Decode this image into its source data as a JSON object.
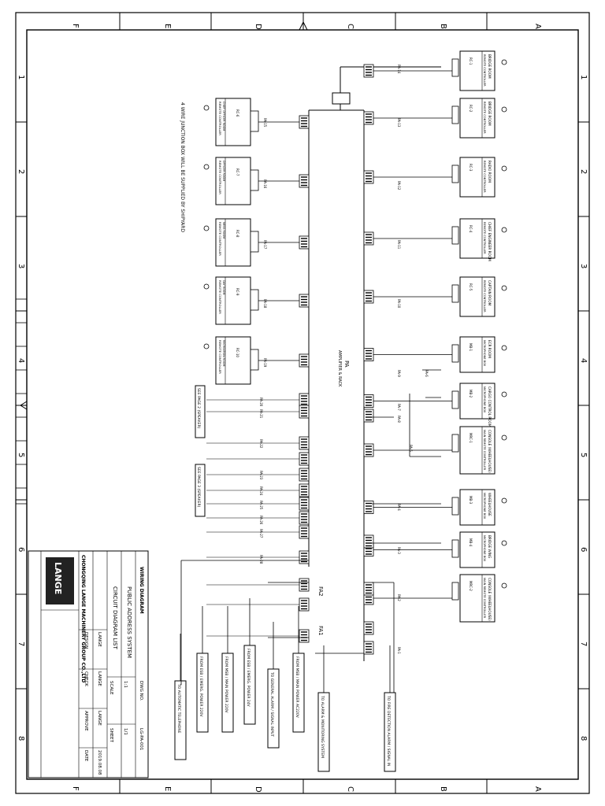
{
  "border": {
    "row_letters": [
      "A",
      "B",
      "C",
      "D",
      "E",
      "F"
    ],
    "col_numbers": [
      "1",
      "2",
      "3",
      "4",
      "5",
      "6",
      "7",
      "8"
    ]
  },
  "title_block": {
    "company": "CHONGQING LANGE MACHINERY GROUP CO.,LTD",
    "logo": "LANGE",
    "drawing_title": "WIRING DIAGRAM",
    "system_name": "PUBLIC ADDRESS SYSTEM",
    "system_name2": "CIRCUIT DIAGRAM LIST",
    "fields": [
      "DESIGN",
      "CHECK",
      "APPROVE",
      "DATE",
      "SCALE",
      "SHEET",
      "DWG NO."
    ],
    "values": [
      "LANGE",
      "LANGE",
      "LANGE",
      "2019.08.08",
      "1:1",
      "1/1",
      "LG-PA-001"
    ]
  },
  "note": "4 WIRE JUNCTION BOX WILL BE SUPPLIED BY SHIPYARD",
  "right_boxes": [
    {
      "title": "BRIDGE ROOM",
      "sub": "REMOTE CONTROLLER",
      "id": "RC-1"
    },
    {
      "title": "BRIDGE ROOM",
      "sub": "REMOTE CONTROLLER",
      "id": "RC-2"
    },
    {
      "title": "RADIO ROOM",
      "sub": "REMOTE CONTROLLER",
      "id": "RC-3"
    },
    {
      "title": "CHIEF ENGINEER ROOM",
      "sub": "REMOTE CONTROLLER",
      "id": "RC-4"
    },
    {
      "title": "CAPTAIN ROOM",
      "sub": "REMOTE CONTROLLER",
      "id": "RC-5"
    },
    {
      "title": "ECR ROOM",
      "sub": "MICROPHONE BOX",
      "id": "MB-1"
    },
    {
      "title": "CARGO CONTROL ROOM",
      "sub": "MICROPHONE BOX",
      "id": "MB-2"
    },
    {
      "title": "CONSOLE (WHEELHOUSE)",
      "sub": "MAIN REMOTE CONTROLLER",
      "id": "MRC-1"
    },
    {
      "title": "WHEELHOUSE",
      "sub": "MICROPHONE BOX",
      "id": "MB-3"
    },
    {
      "title": "BRIDGE WING",
      "sub": "MICROPHONE BOX",
      "id": "MB-4"
    },
    {
      "title": "CONSOLE (WHEELHOUSE)",
      "sub": "MAIN REMOTE CONTROLLER",
      "id": "MRC-2"
    }
  ],
  "left_boxes": [
    {
      "title": "REMOTE CONTROLLER",
      "sub": "CHIEF OFFICER ROOM",
      "id": "RC-6"
    },
    {
      "title": "REMOTE CONTROLLER",
      "sub": "OFFICER ROOM",
      "id": "RC-7"
    },
    {
      "title": "REMOTE CONTROLLER",
      "sub": "MESS ROOM",
      "id": "RC-8"
    },
    {
      "title": "REMOTE CONTROLLER",
      "sub": "DAY ROOM",
      "id": "RC-9"
    },
    {
      "title": "REMOTE CONTROLLER",
      "sub": "RECREATION ROOM",
      "id": "RC-10"
    }
  ],
  "center_labels": {
    "pa_unit": "PA",
    "pa_unit_sub": "AMPLIFIER & RACK",
    "fa1": "FA1",
    "fa2": "FA2"
  },
  "bottom_outputs": [
    "TO AUTOMATIC TELEPHONE",
    "FROM ESB / EMERG. POWER 220V",
    "FROM MSB / MAIN POWER 220V",
    "FROM ESB / EMERG. POWER 24V",
    "TO GENERAL ALARM / SIGNAL INPUT",
    "FROM MSB / MAIN POWER AC220V",
    "TO ALARM & MONITORING SYSTEM",
    "TO FIRE DETECTION ALARM / SIGNAL IN"
  ],
  "speaker_labels": [
    "SEE PAGE 2 (SPEAKER)",
    "SEE PAGE 3 (SPEAKER)"
  ],
  "cable_labels": [
    "PA-1",
    "PA-2",
    "PA-3",
    "PA-4",
    "PA-5",
    "PA-6",
    "PA-7",
    "PA-8",
    "PA-9",
    "PA-10",
    "PA-11",
    "PA-12",
    "PA-13",
    "PA-14",
    "PA-15",
    "PA-16",
    "PA-17",
    "PA-18",
    "PA-19",
    "PA-20",
    "PA-21",
    "PA-22",
    "PA-23",
    "PA-24",
    "PA-25",
    "PA-26",
    "PA-27",
    "PA-28"
  ]
}
